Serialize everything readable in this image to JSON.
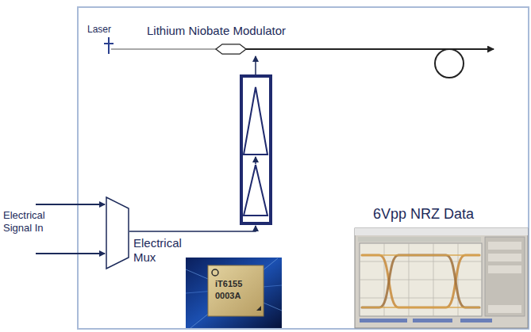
{
  "diagram": {
    "nodes": [
      {
        "text": [
          "Lithium Niobate Modulator"
        ]
      },
      {
        "text": [
          "Electrical Mux"
        ]
      }
    ],
    "labels": [
      "Laser",
      "Electrical Signal In",
      "6Vpp NRZ Data",
      "iT6155",
      "0003A"
    ]
  }
}
